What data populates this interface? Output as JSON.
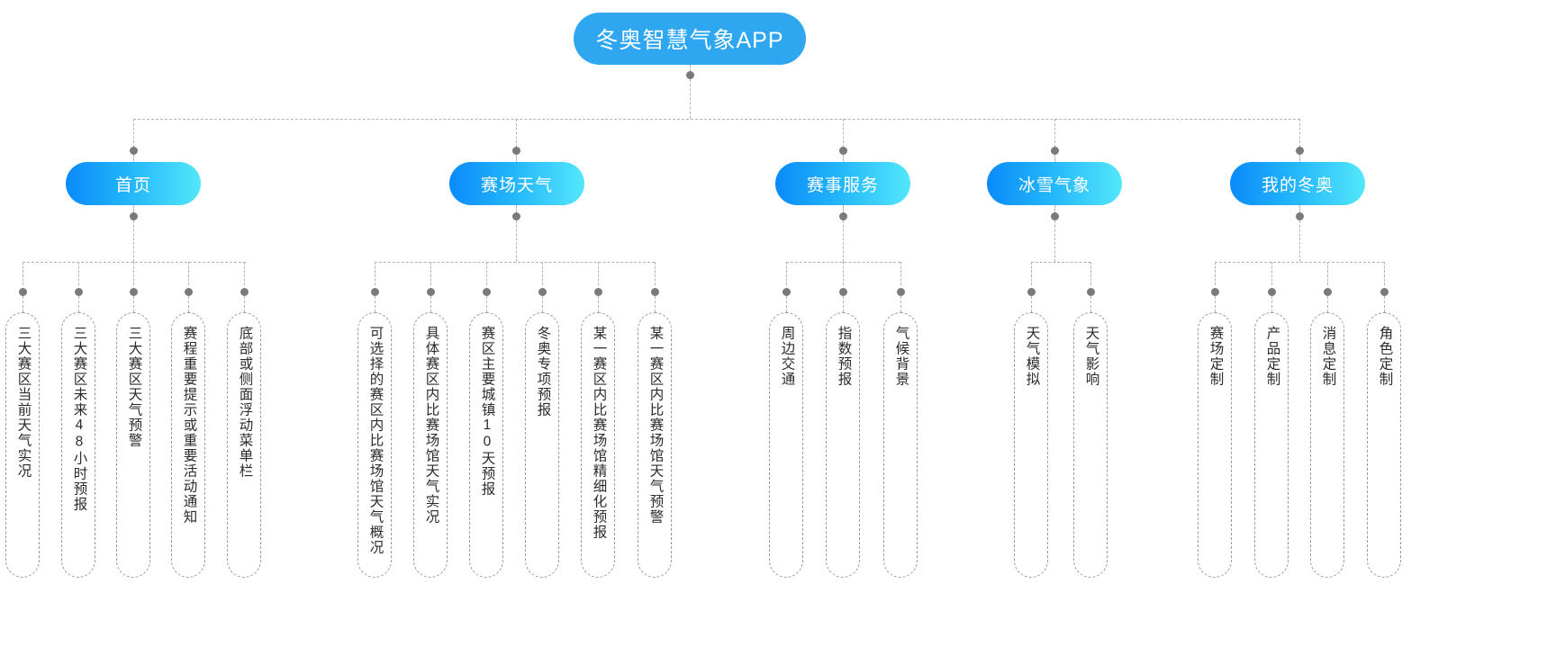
{
  "diagram": {
    "title": "冬奥智慧气象APP",
    "colors": {
      "root_fill": "#2ea7f0",
      "node_gradient_start": "#0a8bfa",
      "node_gradient_end": "#53e7fb",
      "connector": "#b2b2b2",
      "dot": "#7a7a7a",
      "leaf_border": "#9a9a9a",
      "leaf_text": "#2b2b2b"
    },
    "branches": [
      {
        "label": "首页",
        "leaves": [
          "三大赛区当前天气实况",
          "三大赛区未来48小时预报",
          "三大赛区天气预警",
          "赛程重要提示或重要活动通知",
          "底部或侧面浮动菜单栏"
        ]
      },
      {
        "label": "赛场天气",
        "leaves": [
          "可选择的赛区内比赛场馆天气概况",
          "具体赛区内比赛场馆天气实况",
          "赛区主要城镇10天预报",
          "冬奥专项预报",
          "某一赛区内比赛场馆精细化预报",
          "某一赛区内比赛场馆天气预警"
        ]
      },
      {
        "label": "赛事服务",
        "leaves": [
          "周边交通",
          "指数预报",
          "气候背景"
        ]
      },
      {
        "label": "冰雪气象",
        "leaves": [
          "天气模拟",
          "天气影响"
        ]
      },
      {
        "label": "我的冬奥",
        "leaves": [
          "赛场定制",
          "产品定制",
          "消息定制",
          "角色定制"
        ]
      }
    ]
  }
}
